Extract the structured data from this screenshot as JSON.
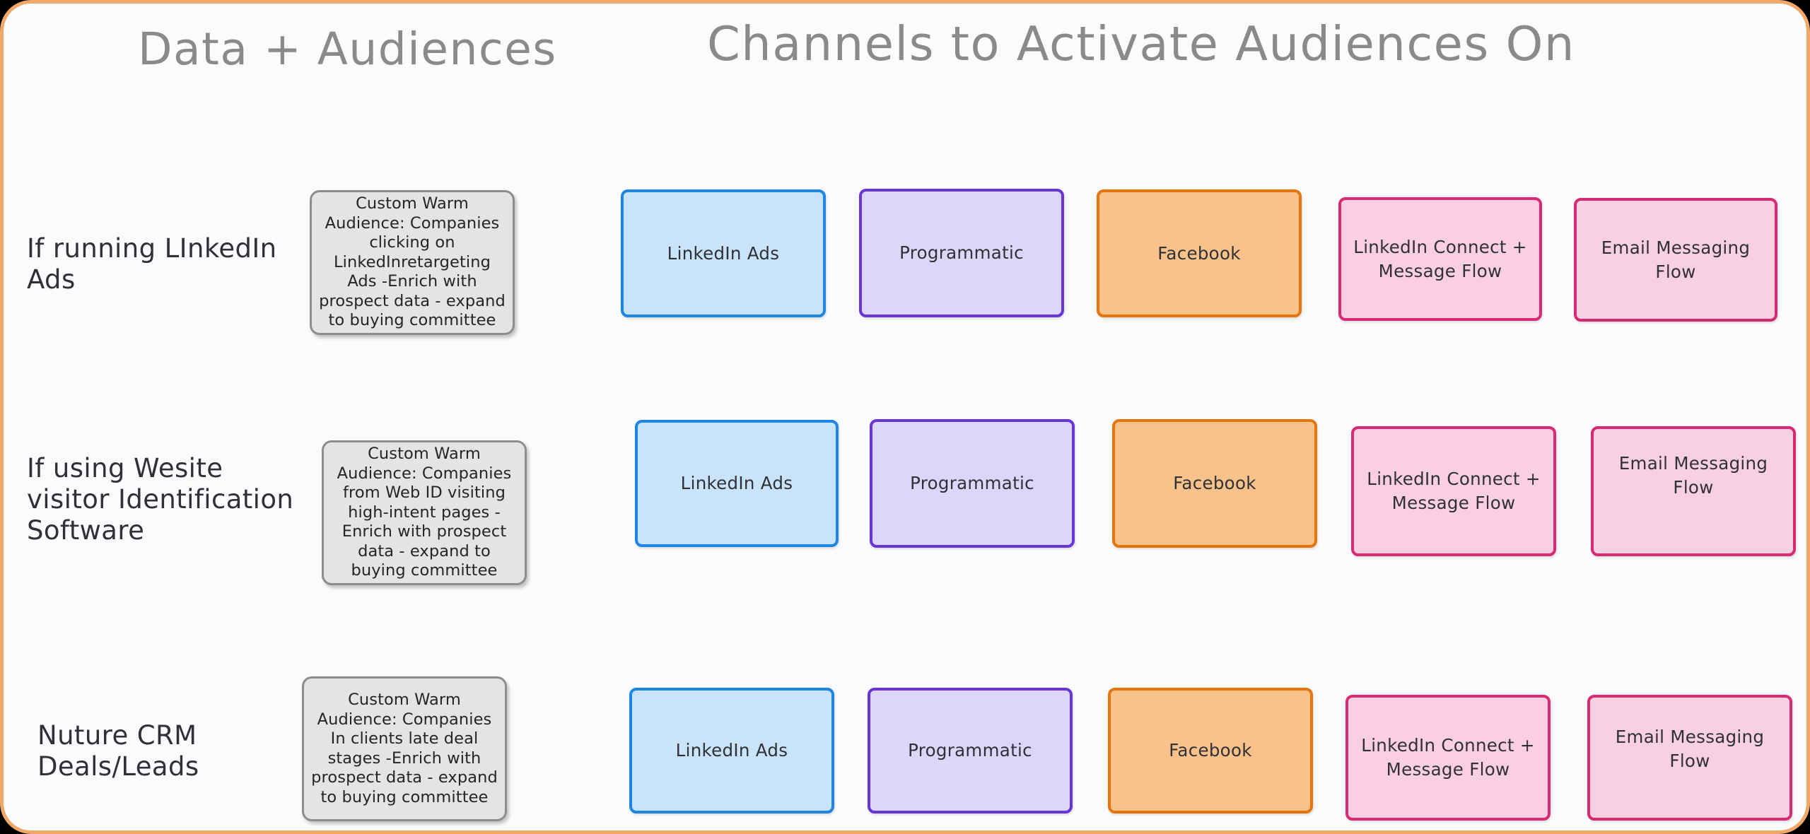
{
  "frame": {
    "border_color": "#f0a868",
    "background_color": "#fafbfd"
  },
  "headings": {
    "left": "Data + Audiences",
    "right": "Channels to Activate Audiences On",
    "color": "#8a8a8a"
  },
  "palette": {
    "linkedin_ads_fill": "#c9e3fb",
    "linkedin_ads_border": "#1e86e0",
    "programmatic_fill": "#ddd6fb",
    "programmatic_border": "#6a35d6",
    "facebook_fill": "#f9c28b",
    "facebook_border": "#e5760f",
    "linkedin_connect_fill": "#fbcfe3",
    "linkedin_connect_border": "#d72a72",
    "email_fill": "#f9cfe2",
    "email_border": "#d72a72",
    "audience_card_fill": "#e4e4e4",
    "audience_card_border": "#8d8d8d",
    "text_color": "#2f3136"
  },
  "rows": [
    {
      "label": "If running LInkedIn Ads",
      "audience": "Custom Warm Audience: Companies clicking on LinkedInretargeting Ads -Enrich with prospect data - expand to buying committee",
      "channels": [
        "LinkedIn Ads",
        "Programmatic",
        "Facebook",
        "LinkedIn Connect + Message Flow",
        "Email Messaging Flow"
      ]
    },
    {
      "label": "If using Wesite visitor Identification Software",
      "audience": "Custom Warm Audience: Companies from Web ID visiting high-intent pages -Enrich with prospect data - expand to buying committee",
      "channels": [
        "LinkedIn Ads",
        "Programmatic",
        "Facebook",
        "LinkedIn Connect + Message Flow",
        "Email Messaging Flow"
      ]
    },
    {
      "label": "Nuture CRM Deals/Leads",
      "audience": "Custom Warm Audience: Companies In clients late deal stages -Enrich with prospect data - expand to buying committee",
      "channels": [
        "LinkedIn Ads",
        "Programmatic",
        "Facebook",
        "LinkedIn Connect + Message Flow",
        "Email Messaging Flow"
      ]
    }
  ]
}
